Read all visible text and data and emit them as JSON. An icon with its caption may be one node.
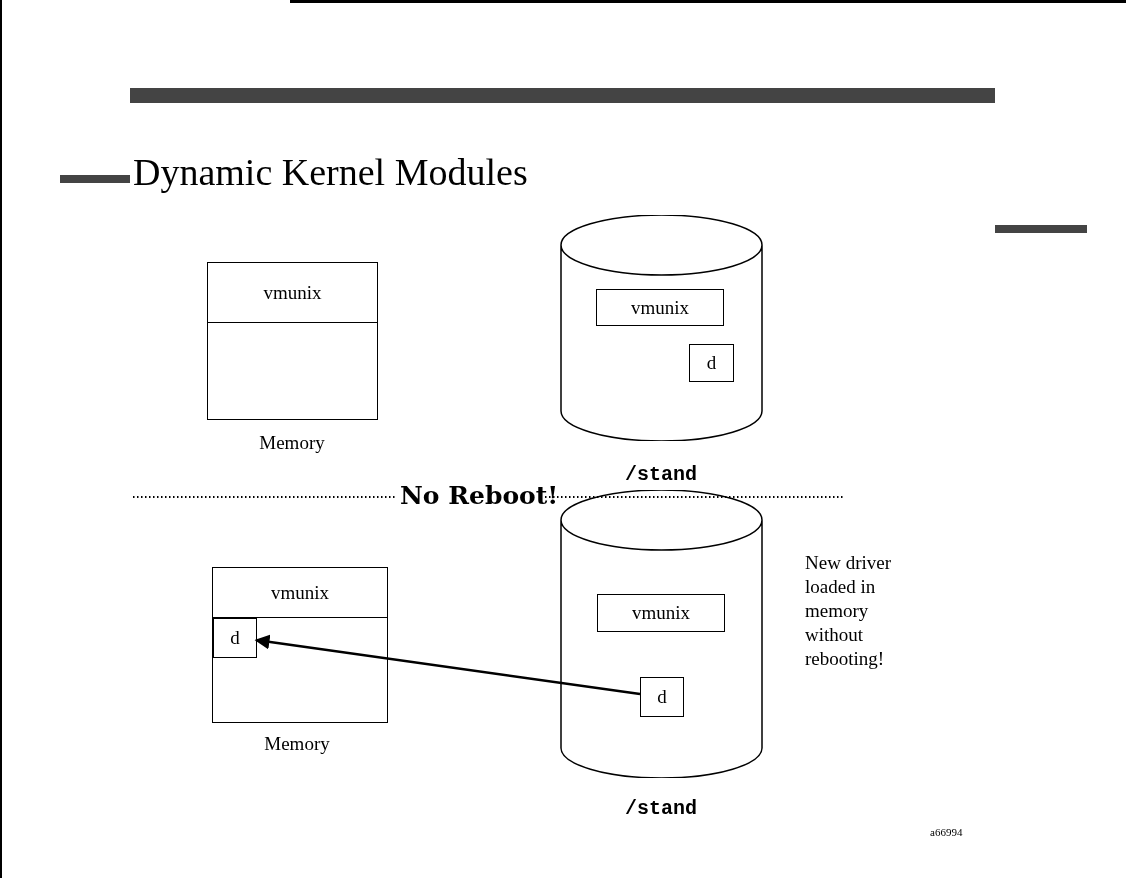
{
  "diagram": {
    "title": "Dynamic Kernel Modules",
    "nodes": [
      {
        "text": [
          "vmunix"
        ],
        "beside": [
          "Memory"
        ]
      },
      {
        "text": [],
        "shape": "cylinder",
        "beside": [
          "/stand"
        ]
      },
      {
        "text": [
          "vmunix"
        ],
        "in": 1
      },
      {
        "text": [
          "d"
        ],
        "in": 1
      },
      {
        "text": [
          "vmunix"
        ],
        "beside": [
          "Memory"
        ]
      },
      {
        "text": [
          "d"
        ],
        "in": 4
      },
      {
        "text": [],
        "shape": "cylinder",
        "beside": [
          "/stand"
        ]
      },
      {
        "text": [
          "vmunix"
        ],
        "in": 6
      },
      {
        "text": [
          "d"
        ],
        "in": 6
      }
    ],
    "edges": [
      {
        "from": 8,
        "to": 5,
        "arrow": "to"
      }
    ],
    "labels": [
      "No Reboot!",
      "New driver loaded in memory without rebooting!",
      "a66994"
    ]
  }
}
